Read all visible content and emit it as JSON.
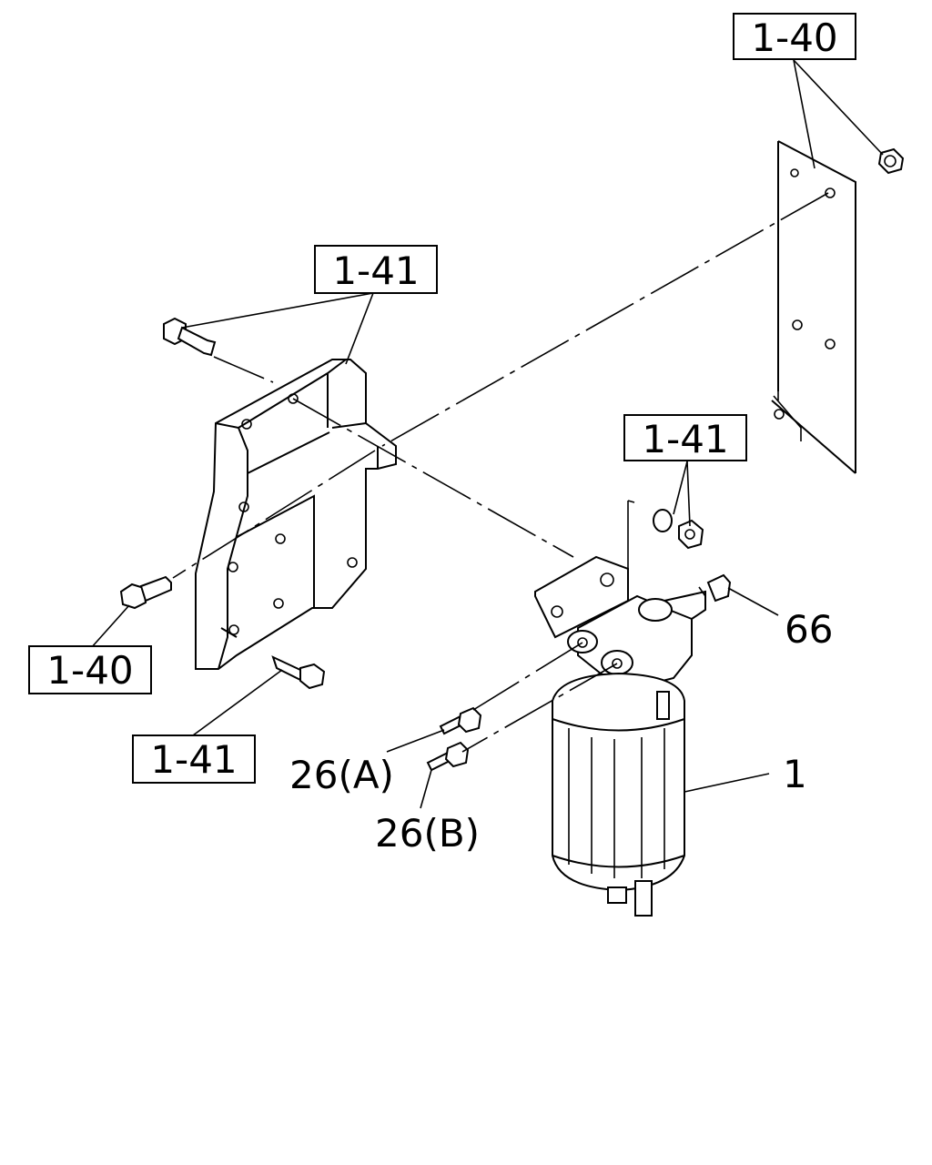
{
  "callouts": {
    "ref_top_right": "1-40",
    "ref_top_bracket": "1-41",
    "ref_mid_right": "1-41",
    "ref_left": "1-40",
    "ref_bottom_left": "1-41"
  },
  "part_numbers": {
    "cap": "66",
    "filter": "1",
    "fitting_a": "26(A)",
    "fitting_b": "26(B)"
  }
}
